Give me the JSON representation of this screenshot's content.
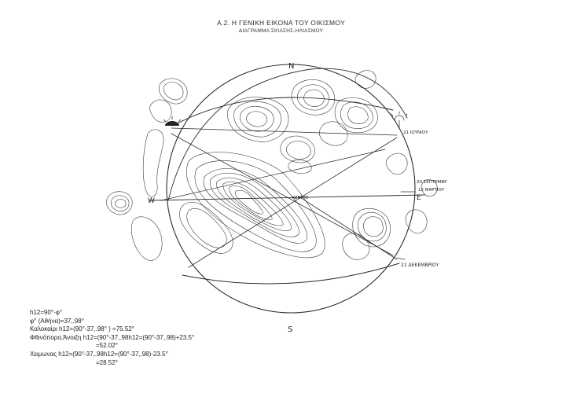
{
  "title": "Α.2. Η ΓΕΝΙΚΗ ΕΙΚΟΝΑ ΤΟΥ ΟΙΚΙΣΜΟΥ",
  "subtitle": "ΔΙΑΓΡΑΜΜΑ ΣΚΙΑΣΗΣ-ΗΛΙΑΣΜΟΥ",
  "compass": {
    "north": "N",
    "south": "S",
    "west": "W",
    "east": "E"
  },
  "labels": {
    "june": "21 ΙΟΥΝΙΟΥ",
    "september": "20 ΣΕΠΤΕΜΒΡ",
    "march": "12 ΜΑΡΤΙΟΥ",
    "december": "21 ΔΕΚΕΜΒΡΙΟΥ",
    "center": "ΚΕΝΤΡΟ"
  },
  "formulas": {
    "line1": "h12=90°-φ°",
    "line2": "φ° (Αθήνα)=37,.98°",
    "line3": "Καλοκαίρι h12=(90°-37,.98° ) =75.52°",
    "line4": "Φθινόπορο,Άνοιξη h12=(90°-37,.98h12=(90°-37,.98)+23.5°",
    "line5": "=52.02°",
    "line6": "Χειμωνας  h12=(90°-37,.98h12=(90°-37,.98)-23.5°",
    "line7": "=28.52°"
  },
  "colors": {
    "ink": "#222222",
    "paper": "#ffffff"
  }
}
